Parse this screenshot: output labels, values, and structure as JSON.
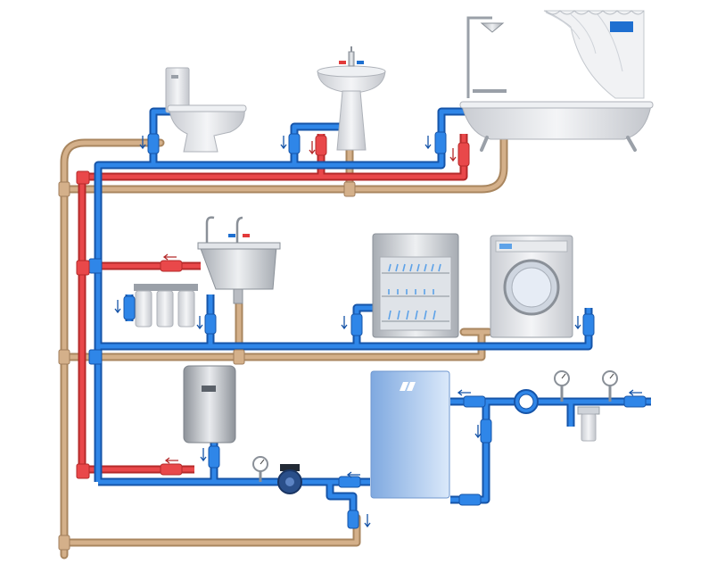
{
  "colors": {
    "cold": "#1e6fd0",
    "cold_dark": "#1654a8",
    "hot": "#e23b3b",
    "hot_dark": "#b52a2a",
    "drain": "#c8a27c",
    "drain_dark": "#a07e5c",
    "fixture": "#e6e6e8",
    "fixture_shadow": "#b9bcc2",
    "metal": "#9aa0a8",
    "tank_blue": "#8fb8e8",
    "pump": "#2a4f8a"
  },
  "fixtures": [
    "toilet",
    "washbasin",
    "bathtub-with-shower",
    "kitchen-sink",
    "dishwasher",
    "washing-machine",
    "water-heater",
    "boiler-tank",
    "filter-cartridges",
    "main-filter"
  ],
  "instruments": [
    "water-meter",
    "pressure-gauge-1",
    "pressure-gauge-2",
    "pressure-gauge-3",
    "circulation-pump"
  ]
}
